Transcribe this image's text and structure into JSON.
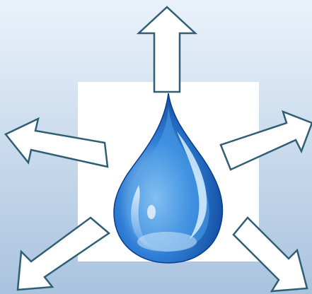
{
  "diagram": {
    "central_shape": "water-drop",
    "arrow_count": 5,
    "arrow_directions": [
      "up",
      "up-left",
      "up-right",
      "down-left",
      "down-right"
    ]
  },
  "colors": {
    "background_top": "#eaf2fa",
    "background_bottom": "#a9c3df",
    "panel": "#ffffff",
    "arrow_fill": "#ffffff",
    "arrow_stroke": "#2f5f74",
    "drop_dark": "#0a3d8f",
    "drop_mid": "#2f7fd6",
    "drop_light": "#bfe3fb"
  }
}
